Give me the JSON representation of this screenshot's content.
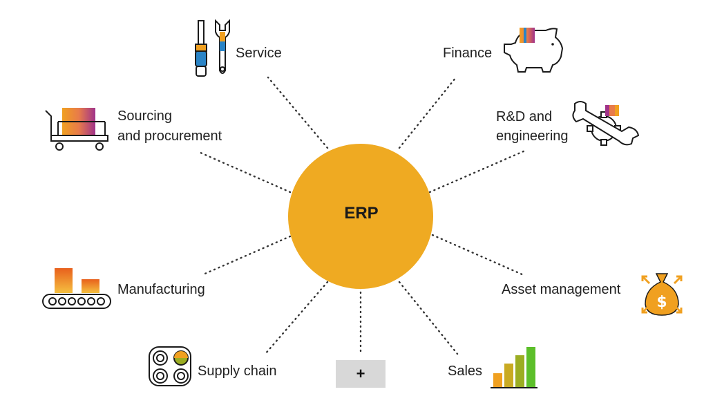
{
  "center": {
    "label": "ERP",
    "color": "#efaa22"
  },
  "modules": {
    "service": "Service",
    "finance": "Finance",
    "sourcing_line1": "Sourcing",
    "sourcing_line2": "and procurement",
    "rnd_line1": "R&D and",
    "rnd_line2": "engineering",
    "manufacturing": "Manufacturing",
    "asset_management": "Asset management",
    "supply_chain": "Supply chain",
    "sales": "Sales"
  },
  "add_button": {
    "label": "+"
  },
  "colors": {
    "connector": "#333333",
    "orange": "#f0a020",
    "dark_orange": "#e8601c",
    "magenta": "#a0338a",
    "blue": "#2a84c6",
    "green": "#5cbf2a",
    "olive": "#9bad22",
    "outline": "#1a1a1a"
  },
  "icons": {
    "service": "screwdriver-wrench-icon",
    "finance": "piggy-bank-icon",
    "sourcing": "cart-icon",
    "rnd": "gear-wrench-icon",
    "manufacturing": "conveyor-icon",
    "asset_management": "money-bag-icon",
    "supply_chain": "rollers-icon",
    "sales": "bar-chart-icon"
  }
}
